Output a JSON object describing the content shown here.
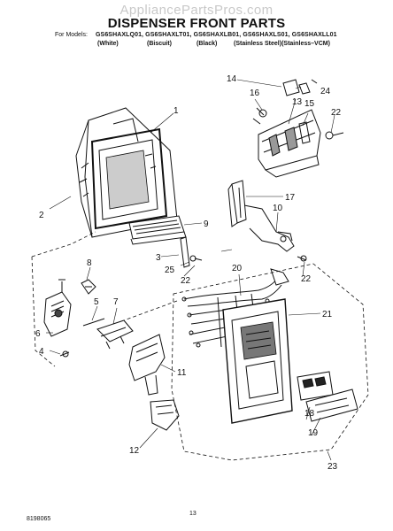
{
  "watermark": "AppliancePartsPros.com",
  "title": "DISPENSER FRONT PARTS",
  "models_prefix": "For Models:",
  "models": "GS6SHAXLQ01, GS6SHAXLT01, GS6SHAXLB01, GS6SHAXLS01, GS6SHAXLL01",
  "variants": [
    "(White)",
    "(Biscuit)",
    "(Black)",
    "(Stainless Steel)(Stainless–VCM)"
  ],
  "callouts": {
    "c1": "1",
    "c2": "2",
    "c3": "3",
    "c4": "4",
    "c5": "5",
    "c6": "6",
    "c7": "7",
    "c8": "8",
    "c9": "9",
    "c10": "10",
    "c11": "11",
    "c12": "12",
    "c13": "13",
    "c14": "14",
    "c15": "15",
    "c16": "16",
    "c17": "17",
    "c18": "18",
    "c19": "19",
    "c20": "20",
    "c21": "21",
    "c22a": "22",
    "c22b": "22",
    "c22c": "22",
    "c23": "23",
    "c24": "24",
    "c25": "25"
  },
  "footer": {
    "doc_number": "8198065",
    "page": "13"
  }
}
